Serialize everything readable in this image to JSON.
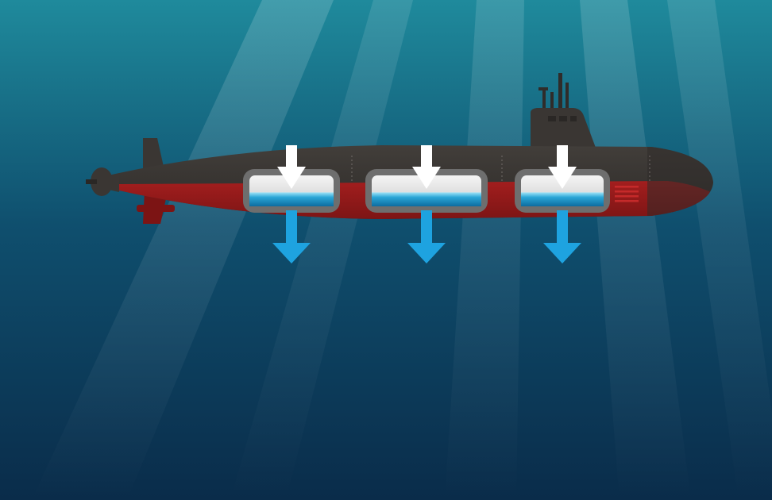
{
  "scene": {
    "subject": "submarine-diving",
    "colors": {
      "water_top": "#1f8a9c",
      "water_mid": "#0f4f6e",
      "water_bottom": "#0a2c4a",
      "hull_dark": "#2f2c2a",
      "hull_red": "#8e1a1a",
      "tank_frame": "#6e6e6e",
      "tank_air": "#e4e4e4",
      "tank_water": "#2aa6d6",
      "air_arrow": "#ffffff",
      "water_arrow": "#1ea3e0"
    }
  },
  "ballast_tanks": [
    {
      "id": "tank-aft",
      "water_fill": 0.45
    },
    {
      "id": "tank-mid",
      "water_fill": 0.45
    },
    {
      "id": "tank-fore",
      "water_fill": 0.45
    }
  ],
  "arrows": {
    "air_in": "down",
    "water_out": "down"
  }
}
